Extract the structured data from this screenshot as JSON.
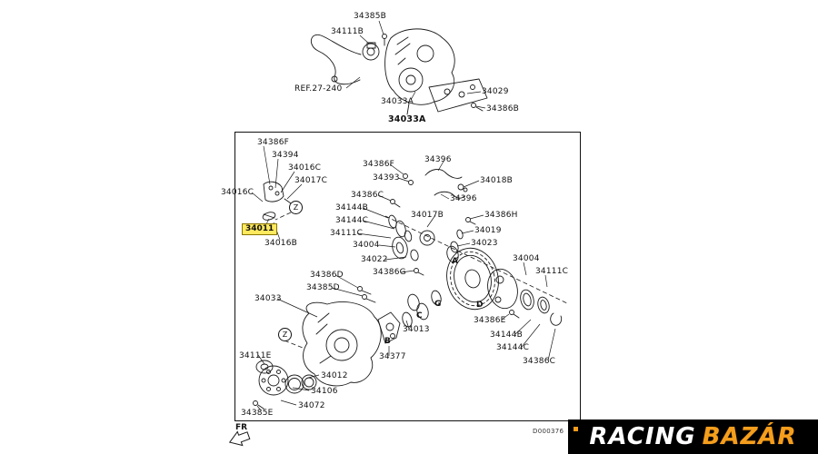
{
  "diagram": {
    "box_title": "34033A",
    "top_labels": [
      "34385B",
      "34111B",
      "REF.27-240",
      "34033A",
      "34029",
      "34386B"
    ],
    "part_labels": [
      "34386F",
      "34394",
      "34016C",
      "34017C",
      "34016C",
      "34016B",
      "34386F",
      "34393",
      "34396",
      "34018B",
      "34386C",
      "34396",
      "34144B",
      "34017B",
      "34386H",
      "34144C",
      "34019",
      "34111C",
      "34004",
      "34023",
      "34022",
      "34386G",
      "34004",
      "34111C",
      "34386D",
      "34385D",
      "34033",
      "34386E",
      "34144B",
      "34144C",
      "34386C",
      "34111E",
      "34012",
      "34106",
      "34072",
      "34385E",
      "34013",
      "34377"
    ],
    "highlight_label": "34011",
    "view_markers": [
      "Z",
      "Z"
    ],
    "point_markers": [
      "A",
      "G",
      "C",
      "D",
      "B"
    ],
    "fr_label": "FR",
    "doc_code": "D000376"
  },
  "logo": {
    "word1": "RACING",
    "word2": "BAZÁR",
    "background": "#000000",
    "word1_color": "#ffffff",
    "word2_color": "#f59e1d"
  },
  "colors": {
    "highlight_bg": "#ffe95e",
    "highlight_border": "#8a7500",
    "line": "#1a1a1a"
  }
}
